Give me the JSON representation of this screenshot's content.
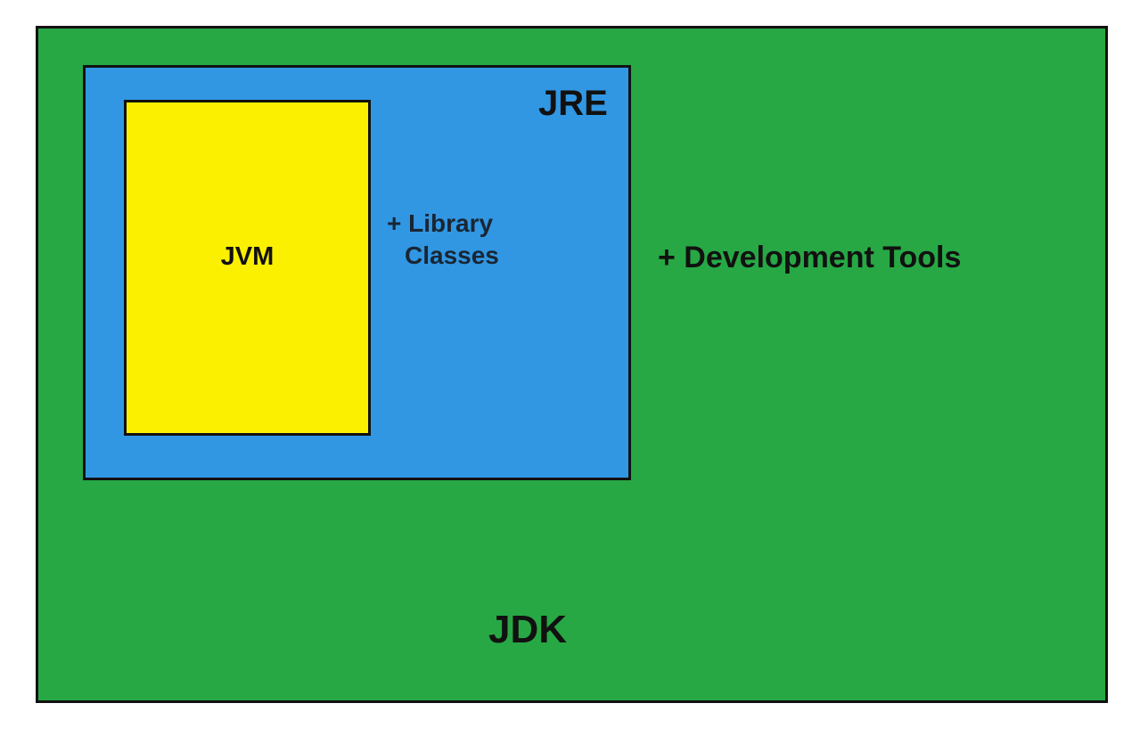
{
  "colors": {
    "jdk_fill": "#27a844",
    "jre_fill": "#3197e3",
    "jvm_fill": "#fbf000",
    "border": "#111111",
    "text": "#111111"
  },
  "diagram": {
    "jvm": {
      "label": "JVM"
    },
    "jre": {
      "label": "JRE",
      "addition_line1": "+ Library",
      "addition_line2": "Classes"
    },
    "jdk": {
      "label": "JDK",
      "addition": "+ Development Tools"
    }
  }
}
